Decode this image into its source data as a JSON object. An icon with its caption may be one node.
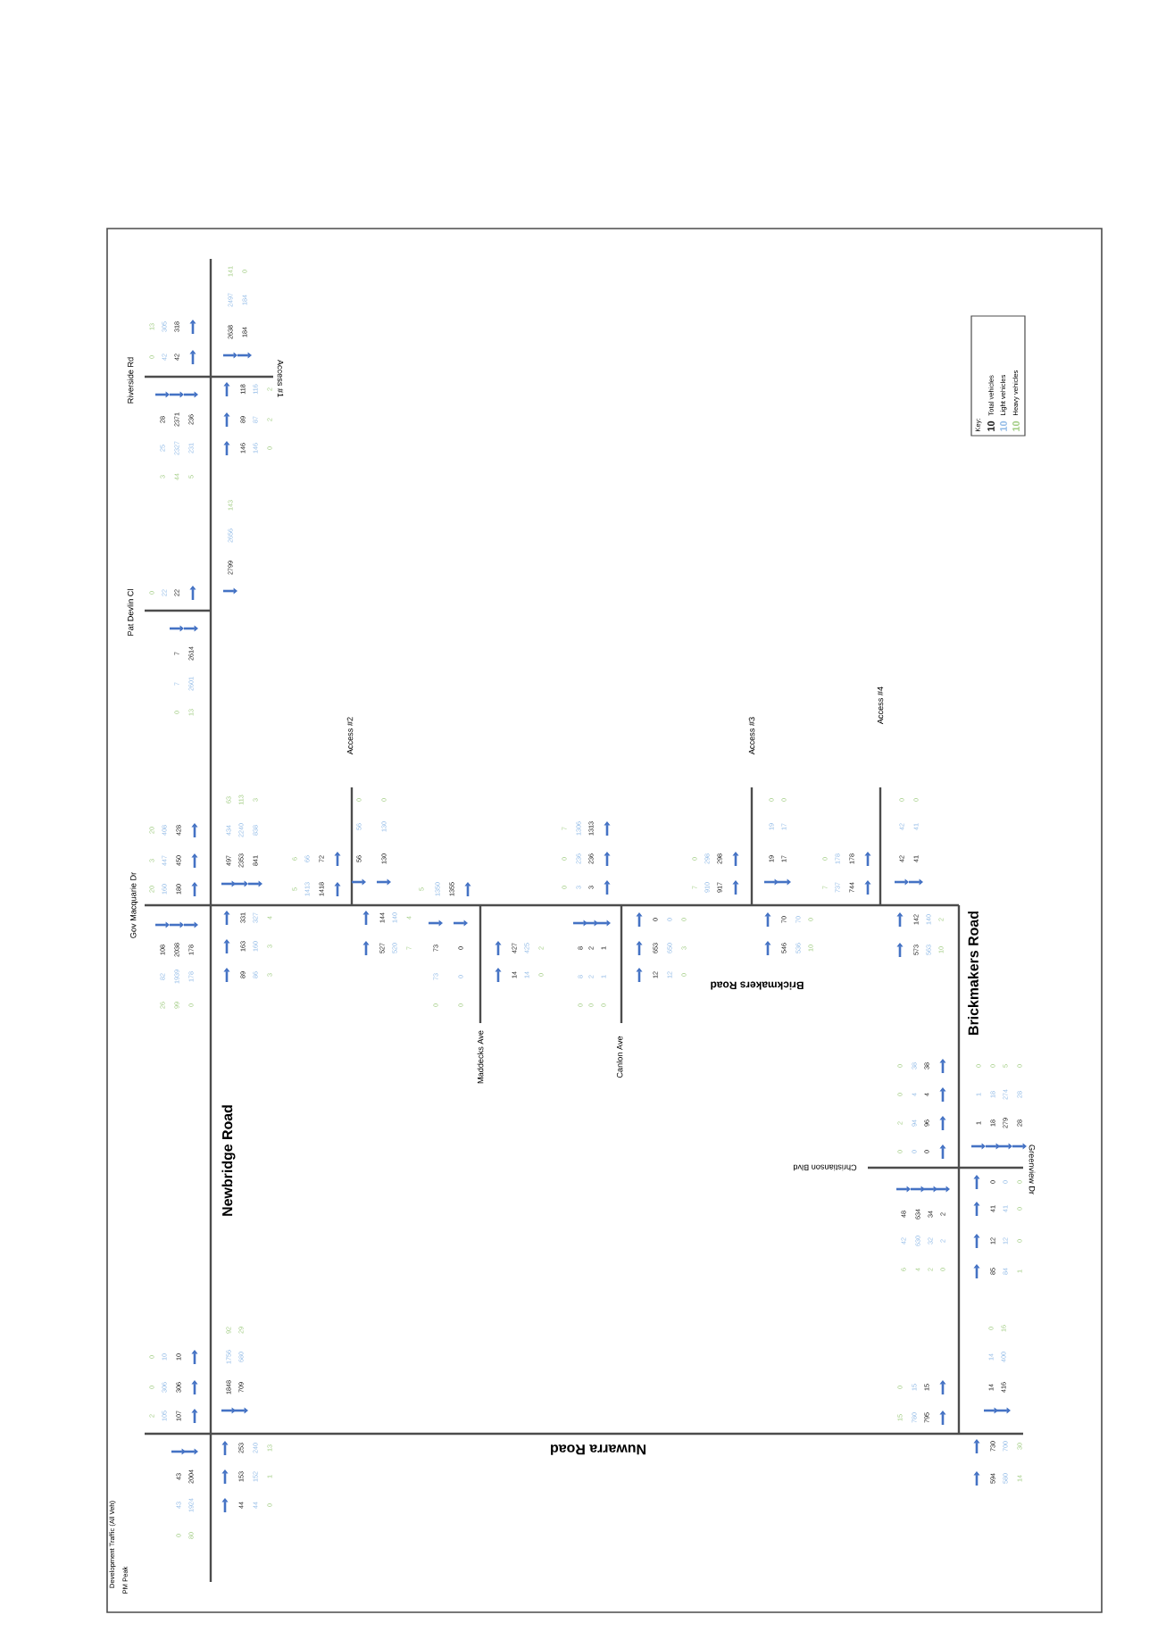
{
  "diagram": {
    "title": "Development Traffic (All Veh)",
    "labels": [
      "Riverside Rd",
      "Access #1",
      "Pat Devlin Cl",
      "Gov Macquarie Dr",
      "Access #2",
      "Maddecks Ave",
      "Canlon Ave",
      "Access #3",
      "Access #4",
      "Brickmakers Road",
      "Brickmakers Road",
      "Newbridge Road",
      "Nuwarra Road",
      "Christianson Blvd",
      "Greenview Dr",
      "Key:",
      "10",
      "10",
      "10",
      "PM Peak",
      "13",
      "305",
      "318",
      "0",
      "42",
      "42",
      "28",
      "2371",
      "236",
      "25",
      "2327",
      "231",
      "3",
      "44",
      "5",
      "141",
      "0",
      "2497",
      "184",
      "2638",
      "184",
      "118",
      "116",
      "2",
      "89",
      "87",
      "2",
      "146",
      "146",
      "0",
      "143",
      "2656",
      "2799",
      "0",
      "22",
      "22",
      "7",
      "2614",
      "7",
      "2601",
      "0",
      "13",
      "20",
      "408",
      "428",
      "3",
      "447",
      "450",
      "20",
      "160",
      "180",
      "108",
      "2038",
      "178",
      "82",
      "1939",
      "178",
      "26",
      "99",
      "0",
      "63",
      "113",
      "3",
      "434",
      "2240",
      "838",
      "497",
      "2353",
      "841",
      "331",
      "327",
      "4",
      "163",
      "160",
      "3",
      "89",
      "86",
      "3",
      "6",
      "66",
      "72",
      "5",
      "1413",
      "1418",
      "0",
      "0",
      "56",
      "130",
      "56",
      "130",
      "144",
      "140",
      "4",
      "527",
      "520",
      "7",
      "5",
      "1350",
      "1355",
      "73",
      "0",
      "73",
      "0",
      "0",
      "0",
      "427",
      "425",
      "2",
      "14",
      "14",
      "0",
      "7",
      "1306",
      "1313",
      "0",
      "236",
      "236",
      "0",
      "3",
      "3",
      "8",
      "2",
      "1",
      "8",
      "2",
      "1",
      "0",
      "0",
      "0",
      "0",
      "0",
      "0",
      "653",
      "650",
      "3",
      "12",
      "12",
      "0",
      "0",
      "298",
      "298",
      "7",
      "910",
      "917",
      "0",
      "0",
      "19",
      "17",
      "19",
      "17",
      "70",
      "70",
      "0",
      "546",
      "536",
      "10",
      "0",
      "178",
      "178",
      "7",
      "737",
      "744",
      "0",
      "0",
      "42",
      "41",
      "42",
      "41",
      "142",
      "140",
      "2",
      "573",
      "563",
      "10",
      "0",
      "38",
      "38",
      "0",
      "4",
      "4",
      "2",
      "94",
      "96",
      "0",
      "0",
      "0",
      "0",
      "0",
      "5",
      "0",
      "1",
      "18",
      "274",
      "28",
      "1",
      "18",
      "279",
      "28",
      "48",
      "634",
      "34",
      "2",
      "42",
      "630",
      "32",
      "2",
      "6",
      "4",
      "2",
      "0",
      "0",
      "0",
      "0",
      "41",
      "41",
      "0",
      "12",
      "12",
      "0",
      "85",
      "84",
      "1",
      "0",
      "16",
      "14",
      "400",
      "14",
      "416",
      "0",
      "15",
      "15",
      "15",
      "780",
      "795",
      "730",
      "700",
      "30",
      "594",
      "580",
      "14",
      "0",
      "10",
      "10",
      "0",
      "306",
      "306",
      "2",
      "105",
      "107",
      "43",
      "2004",
      "43",
      "1924",
      "0",
      "80",
      "92",
      "29",
      "1756",
      "680",
      "1848",
      "709",
      "253",
      "240",
      "13",
      "153",
      "152",
      "1",
      "44",
      "44",
      "0"
    ],
    "legend": [
      {
        "text": "Total vehicles",
        "color": "#1a1a1a"
      },
      {
        "text": "Light vehicles",
        "color": "#8fb9e6"
      },
      {
        "text": "Heavy vehicles",
        "color": "#9fcb80"
      }
    ]
  }
}
